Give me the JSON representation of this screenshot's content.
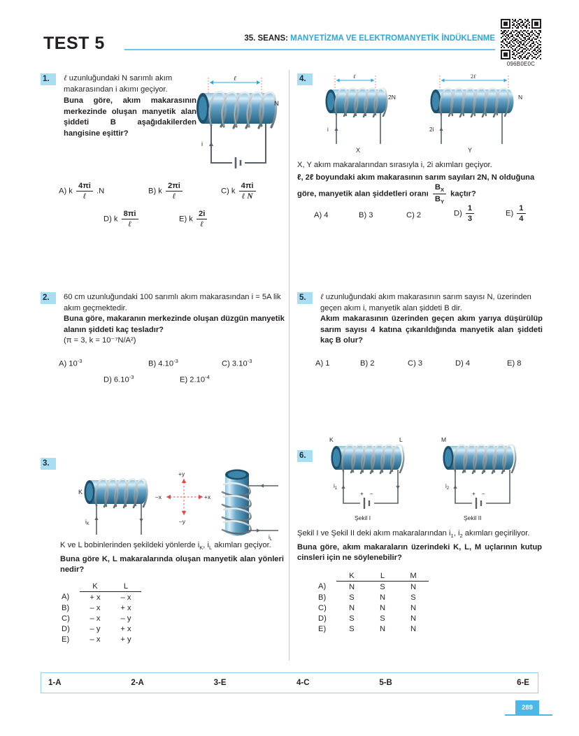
{
  "header": {
    "test_title": "TEST 5",
    "seans_number": "35. SEANS:",
    "seans_name": "MANYETİZMA VE ELEKTROMANYETİK İNDÜKLENME",
    "qr_label": "096B0E0C"
  },
  "questions": {
    "q1": {
      "number": "1.",
      "line1_pre": "uzunluğundaki N sarımlı akım",
      "line2": "makarasından i akımı geçiyor.",
      "bold": "Buna göre, akım makarasının merkezinde oluşan manyetik alan şiddeti B aşağıdakilerden hangisine eşittir?",
      "diagram": {
        "length_label": "ℓ",
        "turns_label": "N",
        "current_label": "i"
      },
      "options": [
        {
          "letter": "A)",
          "prefix": "k",
          "num": "4πi",
          "den": "ℓ",
          "suffix": ".N"
        },
        {
          "letter": "B)",
          "prefix": "k",
          "num": "2πi",
          "den": "ℓ",
          "suffix": ""
        },
        {
          "letter": "C)",
          "prefix": "k",
          "num": "4πi",
          "den": "ℓ N",
          "suffix": ""
        },
        {
          "letter": "D)",
          "prefix": "k",
          "num": "8πi",
          "den": "ℓ",
          "suffix": ""
        },
        {
          "letter": "E)",
          "prefix": "k",
          "num": "2i",
          "den": "ℓ",
          "suffix": ""
        }
      ]
    },
    "q2": {
      "number": "2.",
      "line1": "60 cm uzunluğundaki 100 sarımlı akım makarasından i = 5A lik",
      "line2": "akım geçmektedir.",
      "bold": "Buna göre, makaranın merkezinde oluşan düzgün manyetik alanın şiddeti kaç tesladır?",
      "given": "(π = 3, k = 10⁻⁷N/A²)",
      "options": [
        {
          "letter": "A)",
          "base": "10",
          "exp": "-3"
        },
        {
          "letter": "B)",
          "base": "4.10",
          "exp": "-3"
        },
        {
          "letter": "C)",
          "base": "3.10",
          "exp": "-3"
        },
        {
          "letter": "D)",
          "base": "6.10",
          "exp": "-3"
        },
        {
          "letter": "E)",
          "base": "2.10",
          "exp": "-4"
        }
      ]
    },
    "q3": {
      "number": "3.",
      "line1": "K ve L bobinlerinden şekildeki yönlerde iK, iL akımları geçiyor.",
      "bold": "Buna göre K, L makaralarında oluşan manyetik alan yönleri nedir?",
      "diagram": {
        "coil_k_label": "K",
        "current_k_label": "i",
        "current_k_sub": "K",
        "current_l_label": "i",
        "current_l_sub": "L",
        "axis_plus_y": "+y",
        "axis_minus_y": "–y",
        "axis_plus_x": "+x",
        "axis_minus_x": "–x"
      },
      "table": {
        "headers": [
          "K",
          "L"
        ],
        "rows": [
          {
            "letter": "A)",
            "values": [
              "+ x",
              "– x"
            ]
          },
          {
            "letter": "B)",
            "values": [
              "– x",
              "+ x"
            ]
          },
          {
            "letter": "C)",
            "values": [
              "– x",
              "– y"
            ]
          },
          {
            "letter": "D)",
            "values": [
              "– y",
              "+ x"
            ]
          },
          {
            "letter": "E)",
            "values": [
              "– x",
              "+ y"
            ]
          }
        ]
      }
    },
    "q4": {
      "number": "4.",
      "line1": "X, Y akım makaralarından sırasıyla i, 2i akımları geçiyor.",
      "line2_pre": "ℓ, 2ℓ boyundaki akım makarasının sarım sayıları 2N, N olduğuna göre, manyetik alan şiddetleri oranı",
      "ratio_num": "B",
      "ratio_num_sub": "X",
      "ratio_den": "B",
      "ratio_den_sub": "Y",
      "line2_post": "kaçtır?",
      "diagram": {
        "left_length": "ℓ",
        "right_length": "2ℓ",
        "left_turns": "2N",
        "right_turns": "N",
        "left_current": "i",
        "right_current": "2i",
        "left_name": "X",
        "right_name": "Y"
      },
      "options": [
        {
          "letter": "A)",
          "value": "4",
          "frac": false
        },
        {
          "letter": "B)",
          "value": "3",
          "frac": false
        },
        {
          "letter": "C)",
          "value": "2",
          "frac": false
        },
        {
          "letter": "D)",
          "num": "1",
          "den": "3",
          "frac": true
        },
        {
          "letter": "E)",
          "num": "1",
          "den": "4",
          "frac": true
        }
      ]
    },
    "q5": {
      "number": "5.",
      "line1_pre": "uzunluğundaki akım makarasının sarım sayısı N, üzerinden",
      "line2": "geçen akım i, manyetik alan şiddeti B dir.",
      "bold": "Akım makarasının üzerinden geçen akım yarıya düşürülüp sarım sayısı 4 katına çıkarıldığında manyetik alan şiddeti kaç B olur?",
      "options": [
        {
          "letter": "A)",
          "value": "1"
        },
        {
          "letter": "B)",
          "value": "2"
        },
        {
          "letter": "C)",
          "value": "3"
        },
        {
          "letter": "D)",
          "value": "4"
        },
        {
          "letter": "E)",
          "value": "8"
        }
      ]
    },
    "q6": {
      "number": "6.",
      "line1": "Şekil I ve Şekil II deki akım makaralarından i1, i2 akımları geçiriliyor.",
      "bold": "Buna göre, akım makaraların üzerindeki K, L, M uçlarının kutup cinsleri için ne söylenebilir?",
      "diagram": {
        "fig1_caption": "Şekil I",
        "fig2_caption": "Şekil II",
        "label_k": "K",
        "label_l": "L",
        "label_m": "M",
        "current1": "i",
        "current1_sub": "1",
        "current2": "i",
        "current2_sub": "2",
        "battery_plus": "+",
        "battery_minus": "–"
      },
      "table": {
        "headers": [
          "K",
          "L",
          "M"
        ],
        "rows": [
          {
            "letter": "A)",
            "values": [
              "N",
              "S",
              "N"
            ]
          },
          {
            "letter": "B)",
            "values": [
              "S",
              "N",
              "S"
            ]
          },
          {
            "letter": "C)",
            "values": [
              "N",
              "N",
              "N"
            ]
          },
          {
            "letter": "D)",
            "values": [
              "S",
              "S",
              "N"
            ]
          },
          {
            "letter": "E)",
            "values": [
              "S",
              "N",
              "N"
            ]
          }
        ]
      }
    }
  },
  "answer_key": [
    "1-A",
    "2-A",
    "3-E",
    "4-C",
    "5-B",
    "6-E"
  ],
  "page_number": "289",
  "colors": {
    "accent_blue": "#2aa8dd",
    "badge_blue": "#a8ddf2",
    "rule_blue": "#6ec6e8",
    "coil_blue": "#5b9fc4",
    "arrow_red": "#e8473f"
  }
}
